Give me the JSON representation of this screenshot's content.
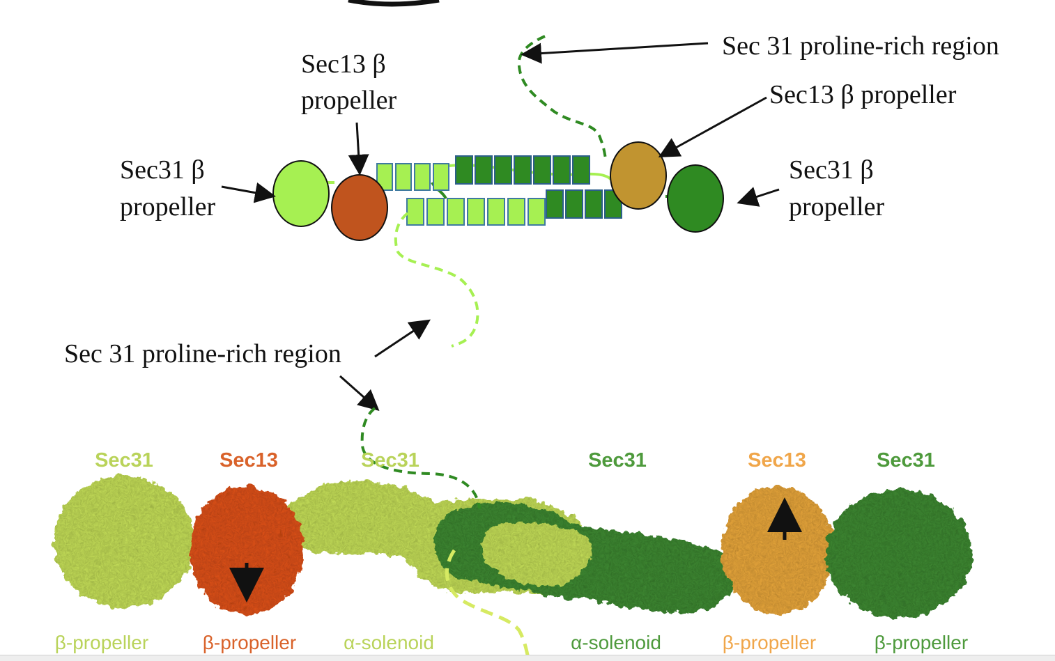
{
  "schematic": {
    "top_left_sec31": [
      "Sec31 β",
      "propeller"
    ],
    "top_left_sec13": [
      "Sec13 β",
      "propeller"
    ],
    "top_right_prolinerich": "Sec 31 proline-rich region",
    "top_right_sec13": "Sec13 β propeller",
    "top_right_sec31": [
      "Sec31 β",
      "propeller"
    ],
    "bottom_prolinerich": "Sec 31 proline-rich region"
  },
  "structure": {
    "top_labels": [
      {
        "text": "Sec31",
        "color": "#b9d35a"
      },
      {
        "text": "Sec13",
        "color": "#d9622a"
      },
      {
        "text": "Sec31",
        "color": "#b9d35a"
      },
      {
        "text": "Sec31",
        "color": "#4e9a3c"
      },
      {
        "text": "Sec13",
        "color": "#f0a64a"
      },
      {
        "text": "Sec31",
        "color": "#4e9a3c"
      }
    ],
    "bottom_labels": [
      {
        "text": "β-propeller",
        "color": "#b9d35a"
      },
      {
        "text": "β-propeller",
        "color": "#d9622a"
      },
      {
        "text": "α-solenoid",
        "color": "#b9d35a"
      },
      {
        "text": "α-solenoid",
        "color": "#4e9a3c"
      },
      {
        "text": "β-propeller",
        "color": "#f0a64a"
      },
      {
        "text": "β-propeller",
        "color": "#4e9a3c"
      }
    ]
  },
  "colors": {
    "sec31_light": "#a6f052",
    "sec31_dark": "#2f8a22",
    "sec13_rust": "#c0541e",
    "sec13_gold": "#c19430",
    "surface_light": "#c6e05a",
    "surface_orange": "#e0531c",
    "surface_dark": "#3f8a34",
    "surface_gold": "#eaa83e"
  }
}
